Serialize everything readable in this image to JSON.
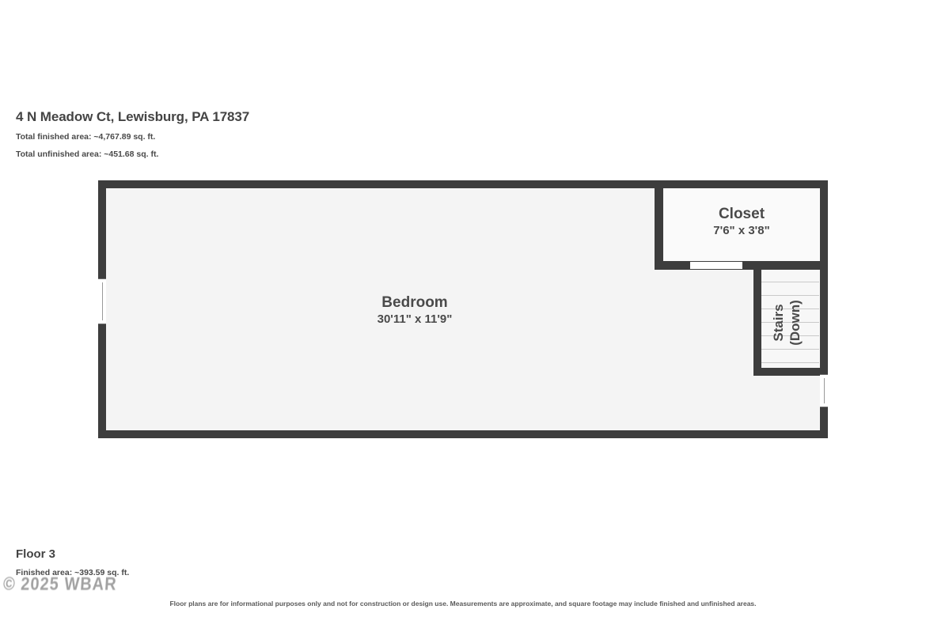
{
  "header": {
    "address": "4 N Meadow Ct, Lewisburg, PA 17837",
    "total_finished_area": "Total finished area: ~4,767.89 sq. ft.",
    "total_unfinished_area": "Total unfinished area: ~451.68 sq. ft."
  },
  "plan": {
    "rooms": [
      {
        "name": "Bedroom",
        "dimensions": "30'11\" x 11'9\""
      },
      {
        "name": "Closet",
        "dimensions": "7'6\" x 3'8\""
      }
    ],
    "stairs": {
      "line1": "Stairs",
      "line2": "(Down)"
    }
  },
  "footer": {
    "floor_title": "Floor 3",
    "floor_area": "Finished area: ~393.59 sq. ft.",
    "watermark": "© 2025 WBAR",
    "disclaimer": "Floor plans are for informational purposes only and not for construction or design use. Measurements are approximate, and square footage may include finished and unfinished areas."
  },
  "colors": {
    "wall": "#3d3d3d",
    "room_fill": "#f4f4f4",
    "closet_fill": "#fafafa",
    "text": "#4a4a4a"
  }
}
